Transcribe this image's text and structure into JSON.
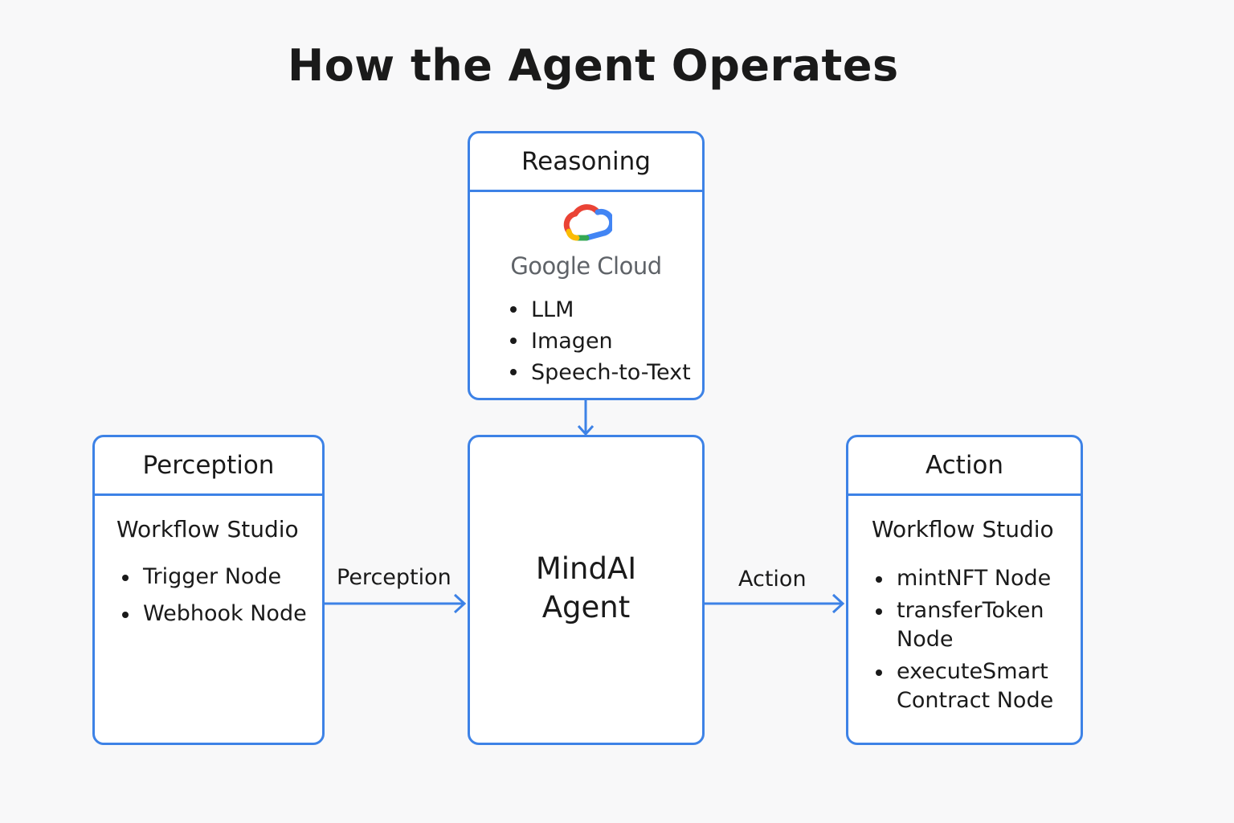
{
  "title": "How the Agent Operates",
  "colors": {
    "accent": "#3d82e6",
    "text": "#1a1a1a",
    "background": "#f8f8f9"
  },
  "reasoning": {
    "header": "Reasoning",
    "logo_text": "Google Cloud",
    "items": [
      "LLM",
      "Imagen",
      "Speech-to-Text"
    ]
  },
  "perception": {
    "header": "Perception",
    "section_title": "Workflow Studio",
    "items": [
      "Trigger Node",
      "Webhook Node"
    ]
  },
  "agent": {
    "label_line1": "MindAI",
    "label_line2": "Agent"
  },
  "action": {
    "header": "Action",
    "section_title": "Workflow Studio",
    "items": [
      "mintNFT Node",
      "transferToken Node",
      "executeSmart Contract Node"
    ]
  },
  "connectors": {
    "left_label": "Perception",
    "right_label": "Action"
  },
  "icons": [
    "google-cloud-logo",
    "arrow-right-icon",
    "arrow-down-icon"
  ]
}
